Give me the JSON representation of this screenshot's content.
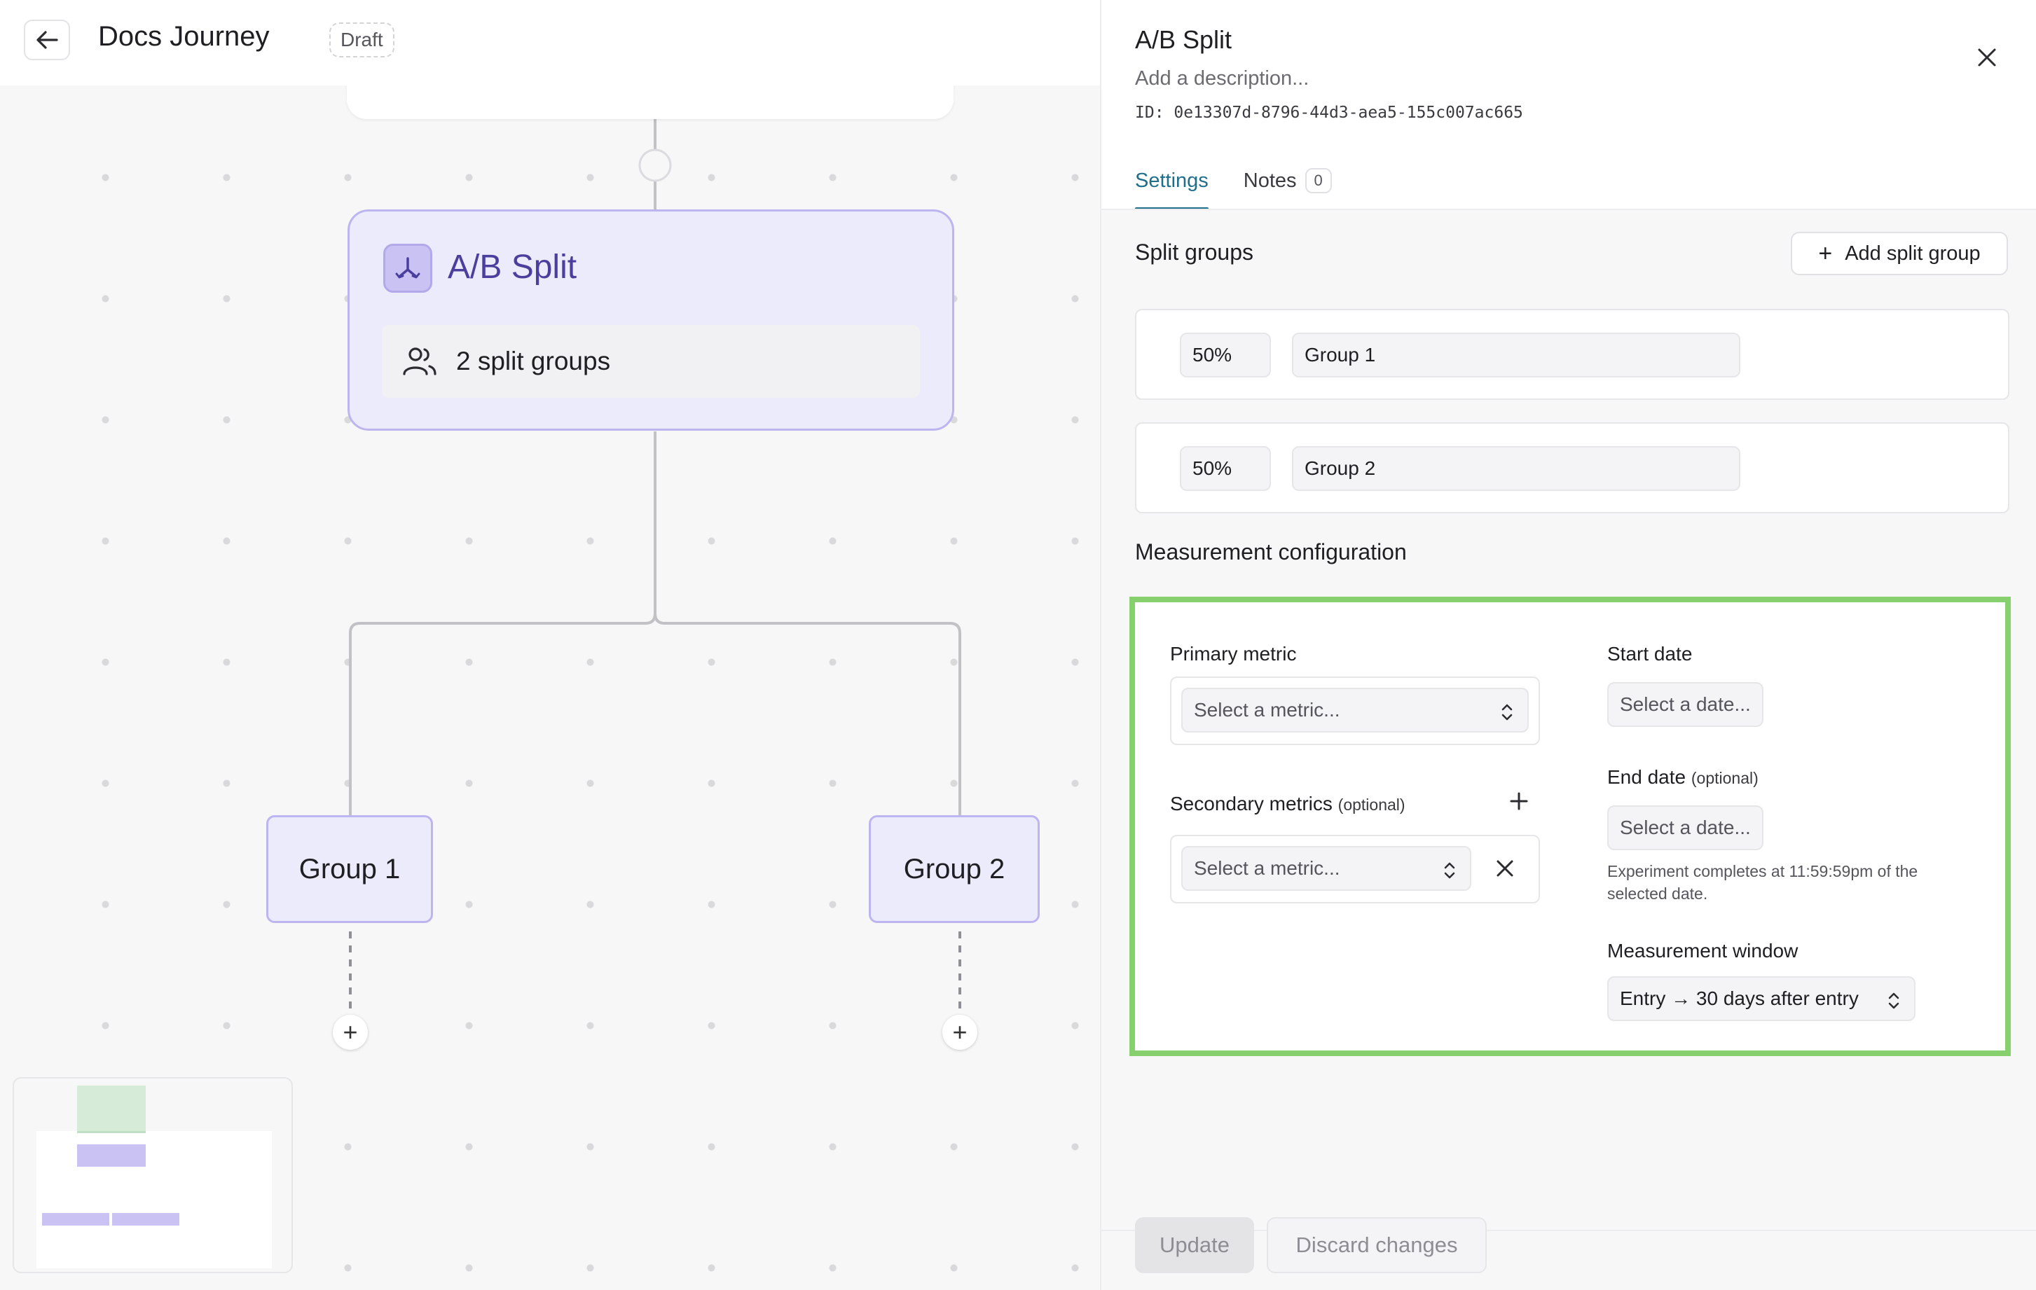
{
  "topbar": {
    "back_icon": "arrow-left-icon",
    "title": "Docs Journey",
    "status_badge": "Draft"
  },
  "canvas": {
    "split_node": {
      "icon": "split-branch-icon",
      "title": "A/B Split",
      "groups_icon": "users-icon",
      "groups_label": "2 split groups"
    },
    "group_nodes": [
      {
        "label": "Group 1"
      },
      {
        "label": "Group 2"
      }
    ],
    "add_step_label": "+"
  },
  "panel": {
    "title": "A/B Split",
    "description_placeholder": "Add a description...",
    "id_text": "ID: 0e13307d-8796-44d3-aea5-155c007ac665",
    "close_icon": "close-icon",
    "tabs": [
      {
        "label": "Settings",
        "active": true
      },
      {
        "label": "Notes",
        "count": "0",
        "active": false
      }
    ],
    "split_groups": {
      "title": "Split groups",
      "add_button_label": "Add split group",
      "rows": [
        {
          "percent": "50%",
          "name": "Group 1"
        },
        {
          "percent": "50%",
          "name": "Group 2"
        }
      ]
    },
    "measurement": {
      "title": "Measurement configuration",
      "highlight_color": "#86d06e",
      "primary_metric_label": "Primary metric",
      "primary_metric_placeholder": "Select a metric...",
      "secondary_metrics_label": "Secondary metrics",
      "secondary_metrics_optional": "(optional)",
      "secondary_metric_placeholder": "Select a metric...",
      "start_date_label": "Start date",
      "start_date_placeholder": "Select a date...",
      "end_date_label": "End date",
      "end_date_optional": "(optional)",
      "end_date_placeholder": "Select a date...",
      "end_date_hint": "Experiment completes at 11:59:59pm of the selected date.",
      "window_label": "Measurement window",
      "window_value": "Entry → 30 days after entry"
    },
    "footer": {
      "update_label": "Update",
      "discard_label": "Discard changes"
    }
  },
  "colors": {
    "accent_tab": "#1f6f8b",
    "node_fill": "#ecebfb",
    "node_border": "#bdb5ef",
    "node_title": "#4b3f9e"
  }
}
